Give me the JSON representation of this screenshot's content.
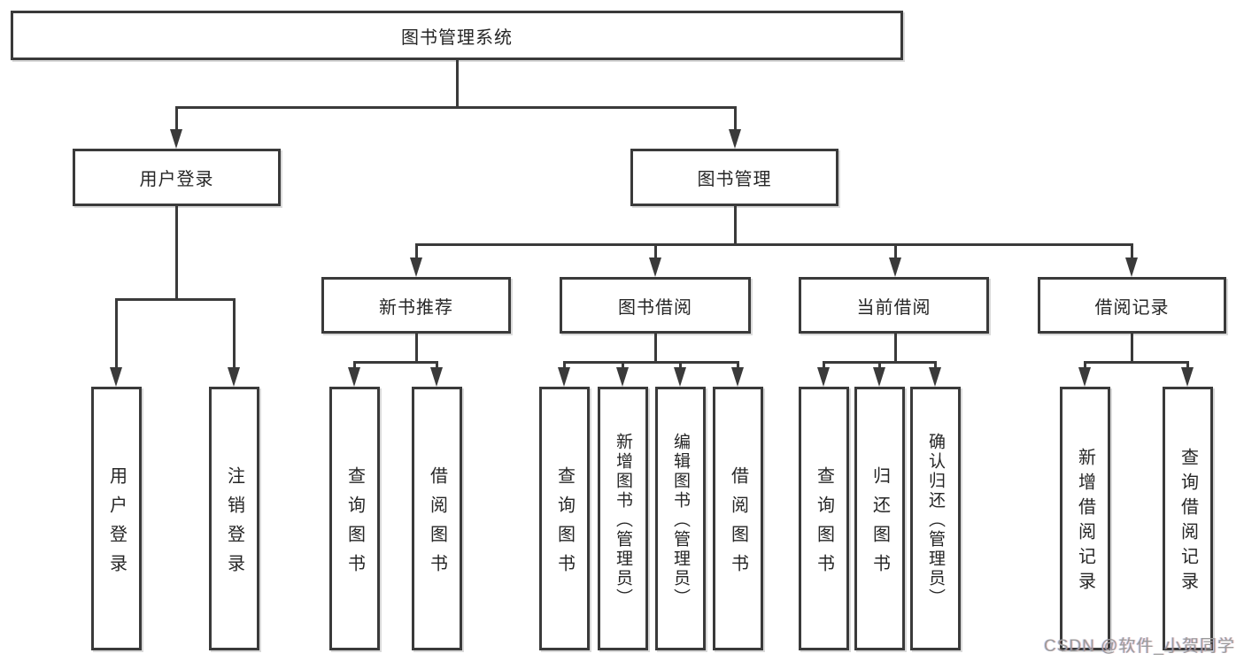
{
  "diagram": {
    "root": {
      "label": "图书管理系统"
    },
    "level2": [
      {
        "label": "用户登录"
      },
      {
        "label": "图书管理"
      }
    ],
    "level3": [
      {
        "label": "新书推荐"
      },
      {
        "label": "图书借阅"
      },
      {
        "label": "当前借阅"
      },
      {
        "label": "借阅记录"
      }
    ],
    "leaves": {
      "user_login": [
        {
          "label": "用户登录"
        },
        {
          "label": "注销登录"
        }
      ],
      "new_books": [
        {
          "label": "查询图书"
        },
        {
          "label": "借阅图书"
        }
      ],
      "book_borrow": [
        {
          "label": "查询图书"
        },
        {
          "label": "新增图书（管理员）"
        },
        {
          "label": "编辑图书（管理员）"
        },
        {
          "label": "借阅图书"
        }
      ],
      "current_borrow": [
        {
          "label": "查询图书"
        },
        {
          "label": "归还图书"
        },
        {
          "label": "确认归还（管理员）"
        }
      ],
      "borrow_records": [
        {
          "label": "新增借阅记录"
        },
        {
          "label": "查询借阅记录"
        }
      ]
    }
  },
  "watermark": {
    "text": "CSDN @软件_小贺同学"
  },
  "colors": {
    "line": "#3a3a3a",
    "box_border": "#3a3a3a",
    "box_bg": "#ffffff",
    "text": "#262626",
    "watermark": "#9b9b9b"
  }
}
